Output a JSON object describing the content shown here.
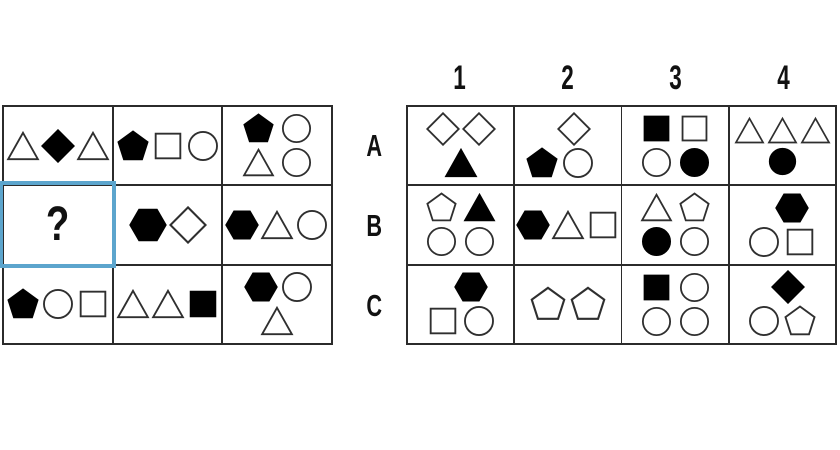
{
  "colors": {
    "grid_line": "#2b2b2b",
    "shape_outline": "#2f2f2f",
    "shape_fill": "#000000",
    "highlight_border": "#5ca5cd",
    "text": "#111111",
    "background": "#ffffff"
  },
  "question_mark": "?",
  "puzzle_grid": {
    "rows": 3,
    "cols": 3,
    "cells": [
      {
        "id": "r1c1",
        "layout": "row",
        "shapes": [
          {
            "type": "triangle",
            "filled": false
          },
          {
            "type": "diamond",
            "filled": true
          },
          {
            "type": "triangle",
            "filled": false
          }
        ]
      },
      {
        "id": "r1c2",
        "layout": "row",
        "shapes": [
          {
            "type": "pentagon",
            "filled": true
          },
          {
            "type": "square",
            "filled": false
          },
          {
            "type": "circle",
            "filled": false
          }
        ]
      },
      {
        "id": "r1c3",
        "layout": "grid2x2",
        "shapes": [
          {
            "type": "pentagon",
            "filled": true
          },
          {
            "type": "circle",
            "filled": false
          },
          {
            "type": "triangle",
            "filled": false
          },
          {
            "type": "circle",
            "filled": false
          }
        ]
      },
      {
        "id": "r2c1",
        "layout": "question",
        "highlighted": true,
        "shapes": []
      },
      {
        "id": "r2c2",
        "layout": "row",
        "shapes": [
          {
            "type": "hexagon",
            "filled": true
          },
          {
            "type": "diamond",
            "filled": false
          }
        ]
      },
      {
        "id": "r2c3",
        "layout": "row",
        "shapes": [
          {
            "type": "hexagon",
            "filled": true
          },
          {
            "type": "triangle",
            "filled": false
          },
          {
            "type": "circle",
            "filled": false
          }
        ]
      },
      {
        "id": "r3c1",
        "layout": "row",
        "shapes": [
          {
            "type": "pentagon",
            "filled": true
          },
          {
            "type": "circle",
            "filled": false
          },
          {
            "type": "square",
            "filled": false
          }
        ]
      },
      {
        "id": "r3c2",
        "layout": "row",
        "shapes": [
          {
            "type": "triangle",
            "filled": false
          },
          {
            "type": "triangle",
            "filled": false
          },
          {
            "type": "square",
            "filled": true
          }
        ]
      },
      {
        "id": "r3c3",
        "layout": "split-2-1",
        "top_dx": 2,
        "shapes": [
          {
            "type": "hexagon",
            "filled": true
          },
          {
            "type": "circle",
            "filled": false
          },
          {
            "type": "triangle",
            "filled": false
          }
        ]
      }
    ]
  },
  "answer_grid": {
    "column_headers": [
      "1",
      "2",
      "3",
      "4"
    ],
    "row_labels": [
      "A",
      "B",
      "C"
    ],
    "cells": [
      {
        "id": "A1",
        "layout": "split-2-1",
        "shapes": [
          {
            "type": "diamond",
            "filled": false
          },
          {
            "type": "diamond",
            "filled": false
          },
          {
            "type": "triangle",
            "filled": true
          }
        ]
      },
      {
        "id": "A2",
        "layout": "split-1-2",
        "top_dx": 6,
        "bottom_dx": -8,
        "shapes": [
          {
            "type": "diamond",
            "filled": false
          },
          {
            "type": "pentagon",
            "filled": true
          },
          {
            "type": "circle",
            "filled": false
          }
        ]
      },
      {
        "id": "A3",
        "layout": "grid2x2",
        "shapes": [
          {
            "type": "square",
            "filled": true
          },
          {
            "type": "square",
            "filled": false
          },
          {
            "type": "circle",
            "filled": false
          },
          {
            "type": "circle",
            "filled": true
          }
        ]
      },
      {
        "id": "A4",
        "layout": "split-3-1",
        "shapes": [
          {
            "type": "triangle",
            "filled": false
          },
          {
            "type": "triangle",
            "filled": false
          },
          {
            "type": "triangle",
            "filled": false
          },
          {
            "type": "circle",
            "filled": true
          }
        ]
      },
      {
        "id": "B1",
        "layout": "grid2x2",
        "shapes": [
          {
            "type": "pentagon",
            "filled": false
          },
          {
            "type": "triangle",
            "filled": true
          },
          {
            "type": "circle",
            "filled": false
          },
          {
            "type": "circle",
            "filled": false
          }
        ]
      },
      {
        "id": "B2",
        "layout": "row",
        "shapes": [
          {
            "type": "hexagon",
            "filled": true
          },
          {
            "type": "triangle",
            "filled": false
          },
          {
            "type": "square",
            "filled": false
          }
        ]
      },
      {
        "id": "B3",
        "layout": "grid2x2",
        "shapes": [
          {
            "type": "triangle",
            "filled": false
          },
          {
            "type": "pentagon",
            "filled": false
          },
          {
            "type": "circle",
            "filled": true
          },
          {
            "type": "circle",
            "filled": false
          }
        ]
      },
      {
        "id": "B4",
        "layout": "split-1-2",
        "top_dx": 10,
        "shapes": [
          {
            "type": "hexagon",
            "filled": true
          },
          {
            "type": "circle",
            "filled": false
          },
          {
            "type": "square",
            "filled": false
          }
        ]
      },
      {
        "id": "C1",
        "layout": "split-1-2",
        "top_dx": 10,
        "shapes": [
          {
            "type": "hexagon",
            "filled": true
          },
          {
            "type": "square",
            "filled": false
          },
          {
            "type": "circle",
            "filled": false
          }
        ]
      },
      {
        "id": "C2",
        "layout": "row",
        "shapes": [
          {
            "type": "pentagon",
            "filled": false
          },
          {
            "type": "pentagon",
            "filled": false
          }
        ]
      },
      {
        "id": "C3",
        "layout": "grid2x2",
        "shapes": [
          {
            "type": "square",
            "filled": true
          },
          {
            "type": "circle",
            "filled": false
          },
          {
            "type": "circle",
            "filled": false
          },
          {
            "type": "circle",
            "filled": false
          }
        ]
      },
      {
        "id": "C4",
        "layout": "split-1-2",
        "top_dx": 6,
        "shapes": [
          {
            "type": "diamond",
            "filled": true
          },
          {
            "type": "circle",
            "filled": false
          },
          {
            "type": "pentagon",
            "filled": false
          }
        ]
      }
    ]
  }
}
